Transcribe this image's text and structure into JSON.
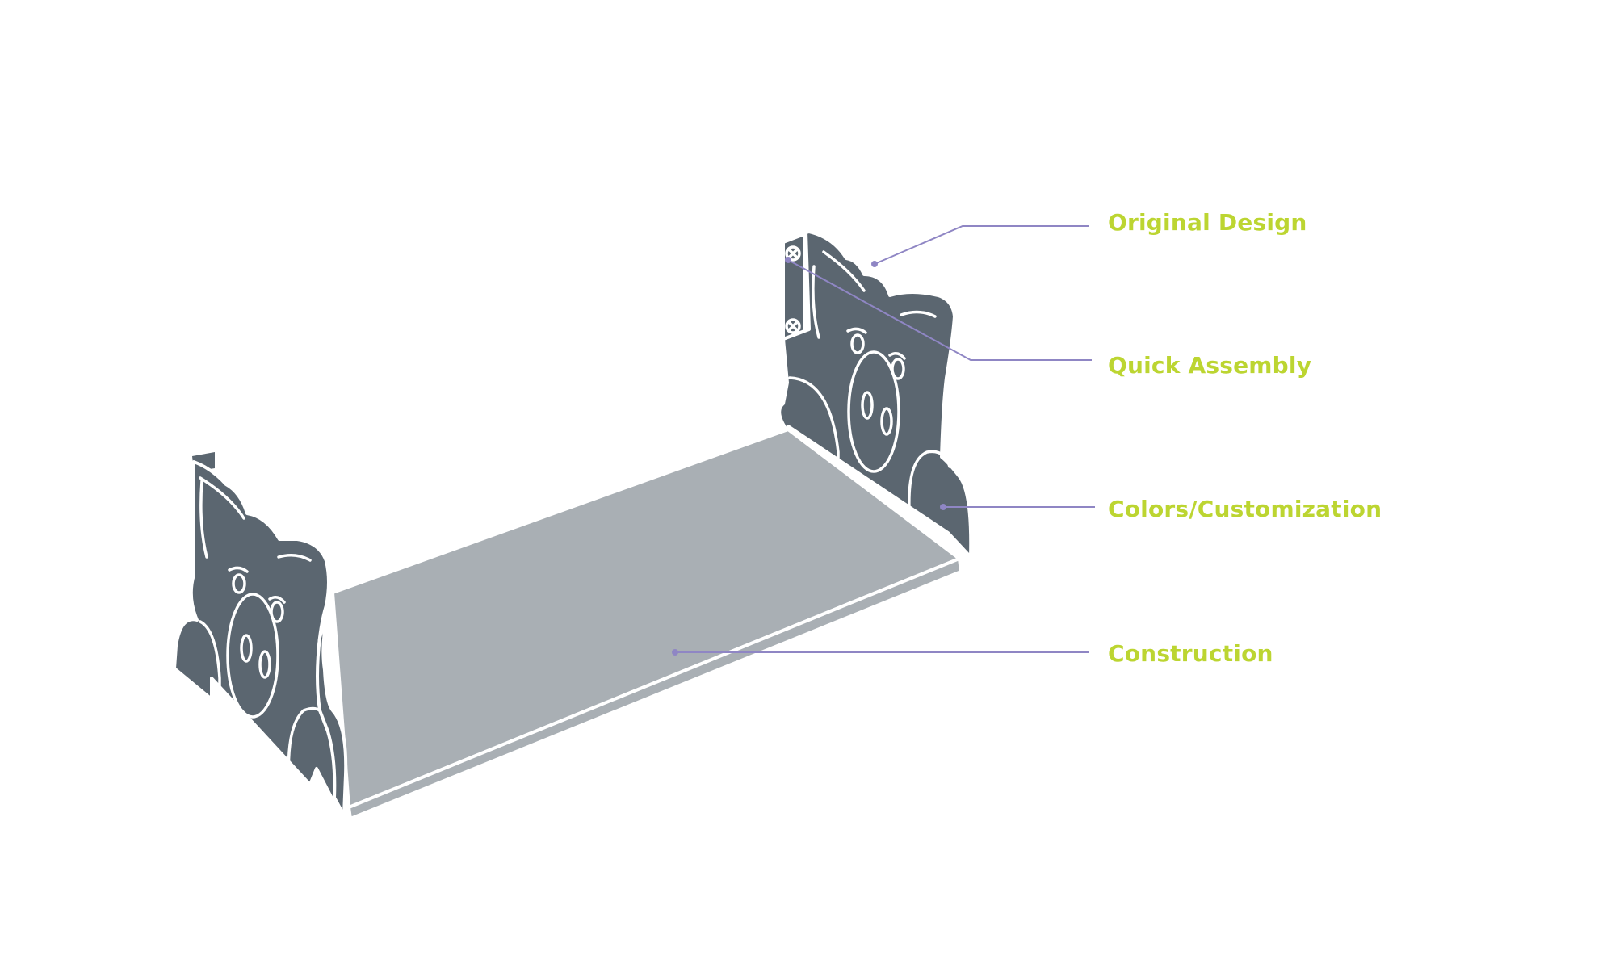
{
  "diagram": {
    "subject": "pig-bookend-shelf",
    "colors": {
      "background": "#ffffff",
      "panel": "#5b6670",
      "board": "#a9afb4",
      "board_edge": "#a9afb4",
      "outline": "#ffffff",
      "leader": "#8f86c4",
      "label": "#bcd531"
    },
    "callouts": [
      {
        "id": "original-design",
        "label": "Original Design"
      },
      {
        "id": "quick-assembly",
        "label": "Quick Assembly"
      },
      {
        "id": "colors",
        "label": "Colors/Customization"
      },
      {
        "id": "construction",
        "label": "Construction"
      }
    ]
  }
}
